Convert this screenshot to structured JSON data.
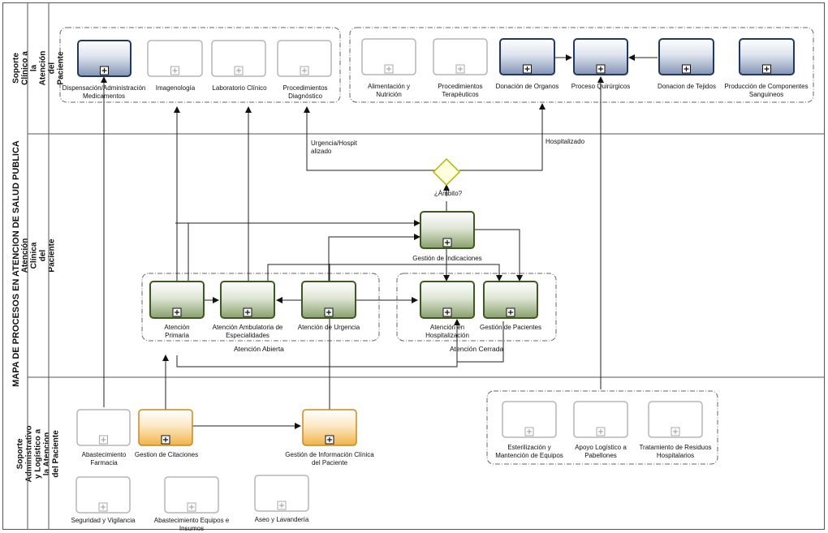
{
  "pool": {
    "title": "MAPA DE PROCESOS EN ATENCION DE SALUD PUBLICA"
  },
  "lanes": {
    "soporte_clinico": "Soporte Clínico a la Atención del Paciente",
    "atencion_clinica": "Atención Clínica del Paciente",
    "soporte_admin": "Soporte Administrativo y Logístico a la Atencion del Paciente"
  },
  "colors": {
    "navy": "#1f3864",
    "green": "#3d5a1e",
    "orange": "#c98a1b",
    "gray": "#b5b5b5",
    "gateway": "#d6d600"
  },
  "tasks": {
    "dispensacion": "Dispensación/Administración Medicamentos",
    "imagenologia": "Imagenología",
    "laboratorio": "Laboratorio Clínico",
    "procedimientos_diag": "Procedimientos Diagnóstico",
    "alimentacion": "Alimentación y Nutrición",
    "procedimientos_terap": "Procedimientos Terapéuticos",
    "donacion_organos": "Donación de Organos",
    "proceso_quirurgico": "Proceso Quirúrgicos",
    "donacion_tejidos": "Donacion de Tejidos",
    "produccion_sanguineos": "Producción de Componentes Sanguineos",
    "gestion_indicaciones": "Gestión de Indicaciones",
    "atencion_primaria": "Atención Primaria",
    "atencion_ambulatoria": "Atención Ambulatoria de Especialidades",
    "atencion_urgencia": "Atención de Urgencia",
    "atencion_hospitalizacion": "Atención en Hospitalización",
    "gestion_pacientes": "Gestión de Pacientes",
    "abastecimiento_farmacia": "Abastecimiento Farmacia",
    "gestion_citaciones": "Gestion de Citaciones",
    "gestion_info_clinica": "Gestión de Información Clínica del Paciente",
    "esterilizacion": "Esterilización y Mantención de Equipos",
    "apoyo_logistico": "Apoyo Logístico a Pabellones",
    "tratamiento_residuos": "Tratamiento de Residuos Hospitalarios",
    "seguridad_vigilancia": "Seguridad y Vigilancia",
    "abastecimiento_equipos": "Abastecimiento Equipos e Insumos",
    "aseo_lavanderia": "Aseo y Lavandería"
  },
  "gateway": {
    "label": "¿Ámbito?"
  },
  "flow_labels": {
    "urgencia_hosp": "Urgencia/Hospitalizado",
    "hospitalizado": "Hospitalizado"
  },
  "groups": {
    "atencion_abierta": "Atención Abierta",
    "atencion_cerrada": "Atención Cerrada"
  }
}
